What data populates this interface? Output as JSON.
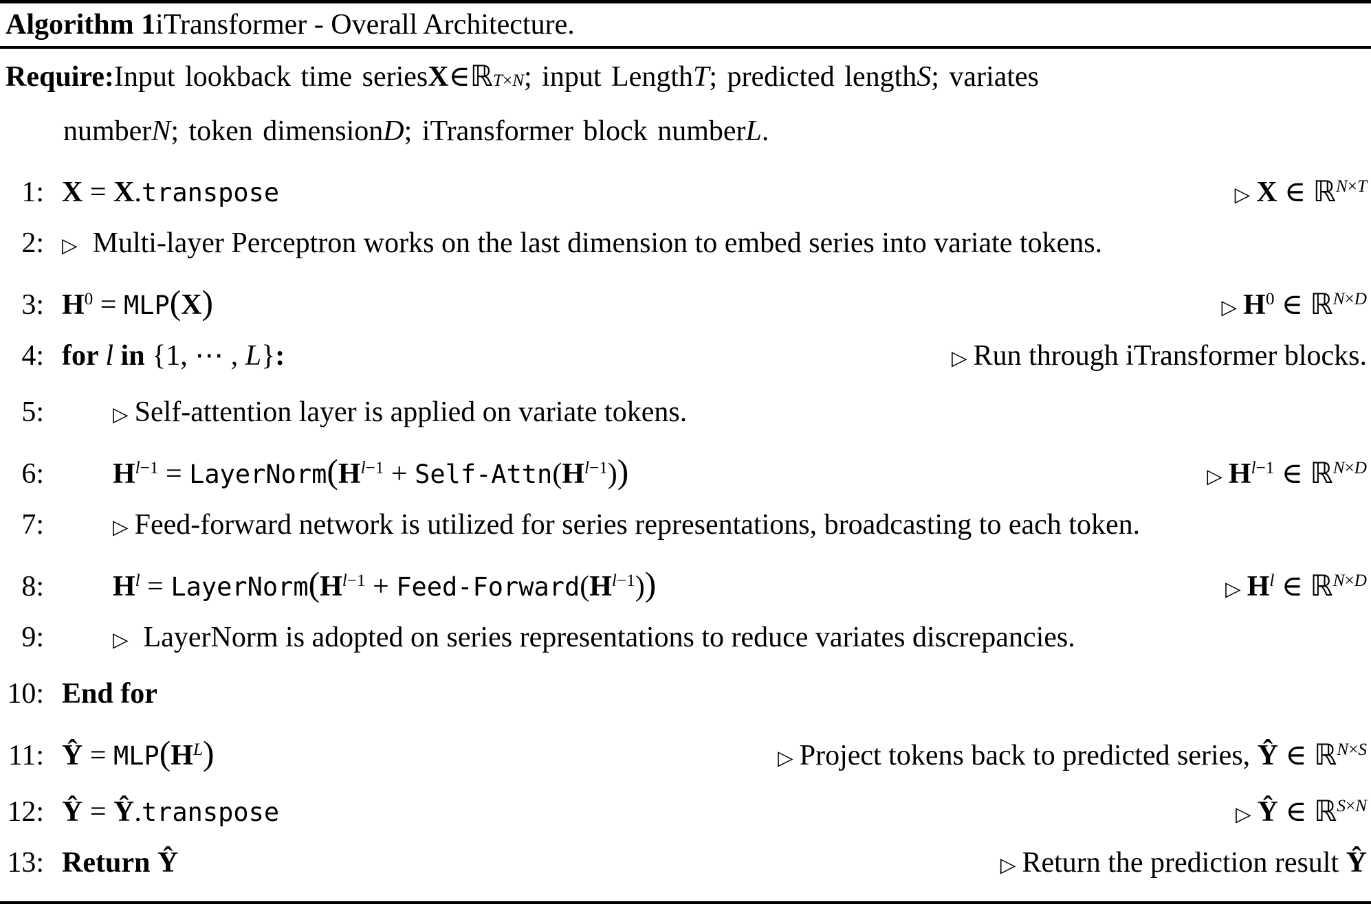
{
  "colors": {
    "text": "#000000",
    "background": "#ffffff",
    "rule": "#000000"
  },
  "figure": {
    "header": {
      "label": "Algorithm 1",
      "title": " iTransformer - Overall Architecture."
    },
    "require": {
      "line1": [
        {
          "t": "Require:",
          "c": "bf"
        },
        {
          "t": " Input lookback time series "
        },
        {
          "t": "X",
          "c": "mbf"
        },
        {
          "t": " ∈ "
        },
        {
          "t": "ℝ",
          "c": "bb"
        },
        {
          "t": "T",
          "c": "sup it"
        },
        {
          "t": "×",
          "c": "sup"
        },
        {
          "t": "N",
          "c": "sup it"
        },
        {
          "t": "; input Length "
        },
        {
          "t": "T",
          "c": "it"
        },
        {
          "t": "; predicted length "
        },
        {
          "t": "S",
          "c": "it"
        },
        {
          "t": "; variates"
        }
      ],
      "line2": [
        {
          "t": "number "
        },
        {
          "t": "N",
          "c": "it"
        },
        {
          "t": "; token dimension "
        },
        {
          "t": "D",
          "c": "it"
        },
        {
          "t": "; iTransformer block number "
        },
        {
          "t": "L",
          "c": "it"
        },
        {
          "t": "."
        }
      ]
    },
    "lines": [
      {
        "num": "1:",
        "indent": 0,
        "body": [
          {
            "t": "X",
            "c": "mbf"
          },
          {
            "t": " = "
          },
          {
            "t": "X",
            "c": "mbf"
          },
          {
            "t": "."
          },
          {
            "t": "transpose",
            "c": "tt"
          }
        ],
        "comment": [
          {
            "t": "▷",
            "c": "tri"
          },
          {
            "t": "X",
            "c": "mbf"
          },
          {
            "t": " ∈ "
          },
          {
            "t": "ℝ",
            "c": "bb"
          },
          {
            "t": "N",
            "c": "sup it"
          },
          {
            "t": "×",
            "c": "sup"
          },
          {
            "t": "T",
            "c": "sup it"
          }
        ]
      },
      {
        "num": "2:",
        "indent": 0,
        "body": [
          {
            "t": "▷",
            "c": "tri wide"
          },
          {
            "t": "Multi-layer Perceptron works on the last dimension to embed series into variate tokens."
          }
        ]
      },
      {
        "num": "3:",
        "indent": 0,
        "body": [
          {
            "t": "H",
            "c": "mbf"
          },
          {
            "t": "0",
            "c": "sup"
          },
          {
            "t": " = "
          },
          {
            "t": "MLP",
            "c": "tt"
          },
          {
            "t": "(",
            "c": "big"
          },
          {
            "t": "X",
            "c": "mbf"
          },
          {
            "t": ")",
            "c": "big"
          }
        ],
        "comment": [
          {
            "t": "▷",
            "c": "tri"
          },
          {
            "t": "H",
            "c": "mbf"
          },
          {
            "t": "0",
            "c": "sup"
          },
          {
            "t": " ∈ "
          },
          {
            "t": "ℝ",
            "c": "bb"
          },
          {
            "t": "N",
            "c": "sup it"
          },
          {
            "t": "×",
            "c": "sup"
          },
          {
            "t": "D",
            "c": "sup it"
          }
        ]
      },
      {
        "num": "4:",
        "indent": 0,
        "body": [
          {
            "t": "for ",
            "c": "bf"
          },
          {
            "t": "l",
            "c": "it"
          },
          {
            "t": " in ",
            "c": "bf"
          },
          {
            "t": "{1, ⋯ , "
          },
          {
            "t": "L",
            "c": "it"
          },
          {
            "t": "}"
          },
          {
            "t": ":",
            "c": "bf"
          }
        ],
        "comment": [
          {
            "t": "▷",
            "c": "tri"
          },
          {
            "t": "Run through iTransformer blocks."
          }
        ]
      },
      {
        "num": "5:",
        "indent": 1,
        "body": [
          {
            "t": "▷",
            "c": "tri"
          },
          {
            "t": "Self-attention layer is applied on variate tokens."
          }
        ]
      },
      {
        "num": "6:",
        "indent": 1,
        "body": [
          {
            "t": "H",
            "c": "mbf"
          },
          {
            "t": "l",
            "c": "sup it"
          },
          {
            "t": "−1",
            "c": "sup"
          },
          {
            "t": " = "
          },
          {
            "t": "LayerNorm",
            "c": "tt"
          },
          {
            "t": "(",
            "c": "big"
          },
          {
            "t": "H",
            "c": "mbf"
          },
          {
            "t": "l",
            "c": "sup it"
          },
          {
            "t": "−1",
            "c": "sup"
          },
          {
            "t": " + "
          },
          {
            "t": "Self-Attn",
            "c": "tt"
          },
          {
            "t": "("
          },
          {
            "t": "H",
            "c": "mbf"
          },
          {
            "t": "l",
            "c": "sup it"
          },
          {
            "t": "−1",
            "c": "sup"
          },
          {
            "t": ")"
          },
          {
            "t": ")",
            "c": "big"
          }
        ],
        "comment": [
          {
            "t": "▷",
            "c": "tri"
          },
          {
            "t": "H",
            "c": "mbf"
          },
          {
            "t": "l",
            "c": "sup it"
          },
          {
            "t": "−1",
            "c": "sup"
          },
          {
            "t": " ∈ "
          },
          {
            "t": "ℝ",
            "c": "bb"
          },
          {
            "t": "N",
            "c": "sup it"
          },
          {
            "t": "×",
            "c": "sup"
          },
          {
            "t": "D",
            "c": "sup it"
          }
        ]
      },
      {
        "num": "7:",
        "indent": 1,
        "body": [
          {
            "t": "▷",
            "c": "tri"
          },
          {
            "t": "Feed-forward network is utilized for series representations, broadcasting to each token."
          }
        ]
      },
      {
        "num": "8:",
        "indent": 1,
        "body": [
          {
            "t": "H",
            "c": "mbf"
          },
          {
            "t": "l",
            "c": "sup it"
          },
          {
            "t": " = "
          },
          {
            "t": "LayerNorm",
            "c": "tt"
          },
          {
            "t": "(",
            "c": "big"
          },
          {
            "t": "H",
            "c": "mbf"
          },
          {
            "t": "l",
            "c": "sup it"
          },
          {
            "t": "−1",
            "c": "sup"
          },
          {
            "t": " + "
          },
          {
            "t": "Feed-Forward",
            "c": "tt"
          },
          {
            "t": "("
          },
          {
            "t": "H",
            "c": "mbf"
          },
          {
            "t": "l",
            "c": "sup it"
          },
          {
            "t": "−1",
            "c": "sup"
          },
          {
            "t": ")"
          },
          {
            "t": ")",
            "c": "big"
          }
        ],
        "comment": [
          {
            "t": "▷",
            "c": "tri"
          },
          {
            "t": "H",
            "c": "mbf"
          },
          {
            "t": "l",
            "c": "sup it"
          },
          {
            "t": " ∈ "
          },
          {
            "t": "ℝ",
            "c": "bb"
          },
          {
            "t": "N",
            "c": "sup it"
          },
          {
            "t": "×",
            "c": "sup"
          },
          {
            "t": "D",
            "c": "sup it"
          }
        ]
      },
      {
        "num": "9:",
        "indent": 1,
        "body": [
          {
            "t": "▷",
            "c": "tri wide"
          },
          {
            "t": "LayerNorm is adopted on series representations to reduce variates discrepancies."
          }
        ]
      },
      {
        "num": "10:",
        "indent": 0,
        "body": [
          {
            "t": "End for",
            "c": "bf"
          }
        ]
      },
      {
        "num": "11:",
        "indent": 0,
        "body": [
          {
            "t": "Ŷ",
            "c": "mbf"
          },
          {
            "t": " = "
          },
          {
            "t": "MLP",
            "c": "tt"
          },
          {
            "t": "(",
            "c": "big"
          },
          {
            "t": "H",
            "c": "mbf"
          },
          {
            "t": "L",
            "c": "sup it"
          },
          {
            "t": ")",
            "c": "big"
          }
        ],
        "comment": [
          {
            "t": "▷",
            "c": "tri"
          },
          {
            "t": "Project tokens back to predicted series, "
          },
          {
            "t": "Ŷ",
            "c": "mbf"
          },
          {
            "t": " ∈ "
          },
          {
            "t": "ℝ",
            "c": "bb"
          },
          {
            "t": "N",
            "c": "sup it"
          },
          {
            "t": "×",
            "c": "sup"
          },
          {
            "t": "S",
            "c": "sup it"
          }
        ]
      },
      {
        "num": "12:",
        "indent": 0,
        "body": [
          {
            "t": "Ŷ",
            "c": "mbf"
          },
          {
            "t": " = "
          },
          {
            "t": "Ŷ",
            "c": "mbf"
          },
          {
            "t": "."
          },
          {
            "t": "transpose",
            "c": "tt"
          }
        ],
        "comment": [
          {
            "t": "▷",
            "c": "tri"
          },
          {
            "t": "Ŷ",
            "c": "mbf"
          },
          {
            "t": " ∈ "
          },
          {
            "t": "ℝ",
            "c": "bb"
          },
          {
            "t": "S",
            "c": "sup it"
          },
          {
            "t": "×",
            "c": "sup"
          },
          {
            "t": "N",
            "c": "sup it"
          }
        ]
      },
      {
        "num": "13:",
        "indent": 0,
        "body": [
          {
            "t": "Return ",
            "c": "bf"
          },
          {
            "t": "Ŷ",
            "c": "mbf"
          }
        ],
        "comment": [
          {
            "t": "▷",
            "c": "tri"
          },
          {
            "t": "Return the prediction result "
          },
          {
            "t": "Ŷ",
            "c": "mbf"
          }
        ]
      }
    ]
  }
}
